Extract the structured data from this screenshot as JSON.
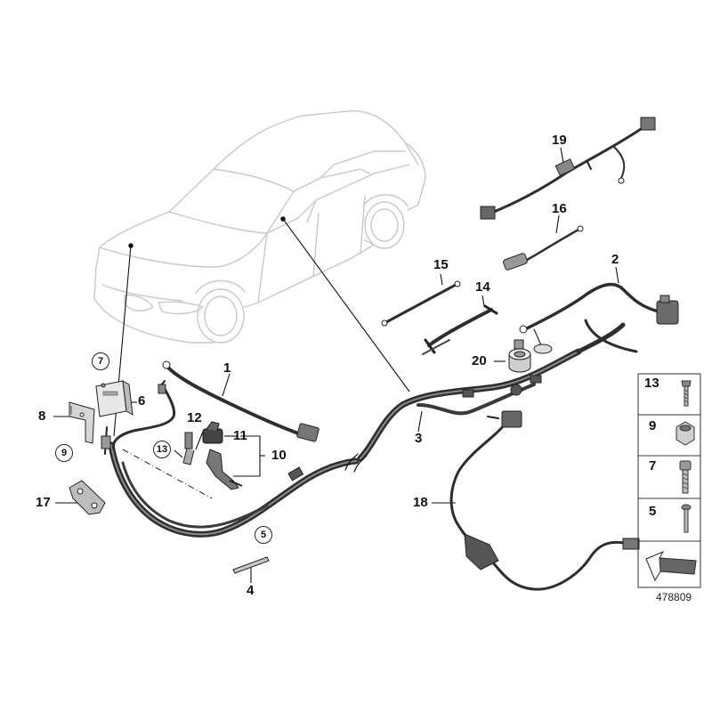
{
  "diagram": {
    "document_number": "478809",
    "callouts": [
      {
        "id": "c1",
        "text": "1"
      },
      {
        "id": "c2",
        "text": "2"
      },
      {
        "id": "c3",
        "text": "3"
      },
      {
        "id": "c4",
        "text": "4"
      },
      {
        "id": "c5",
        "text": "5"
      },
      {
        "id": "c6",
        "text": "6"
      },
      {
        "id": "c7",
        "text": "7"
      },
      {
        "id": "c8",
        "text": "8"
      },
      {
        "id": "c9",
        "text": "9"
      },
      {
        "id": "c10",
        "text": "10"
      },
      {
        "id": "c11",
        "text": "11"
      },
      {
        "id": "c12",
        "text": "12"
      },
      {
        "id": "c13",
        "text": "13"
      },
      {
        "id": "c14",
        "text": "14"
      },
      {
        "id": "c15",
        "text": "15"
      },
      {
        "id": "c16",
        "text": "16"
      },
      {
        "id": "c17",
        "text": "17"
      },
      {
        "id": "c18",
        "text": "18"
      },
      {
        "id": "c19",
        "text": "19"
      },
      {
        "id": "c20",
        "text": "20"
      }
    ],
    "legend": [
      {
        "id": "l13",
        "text": "13"
      },
      {
        "id": "l9",
        "text": "9"
      },
      {
        "id": "l7",
        "text": "7"
      },
      {
        "id": "l5",
        "text": "5"
      }
    ]
  }
}
